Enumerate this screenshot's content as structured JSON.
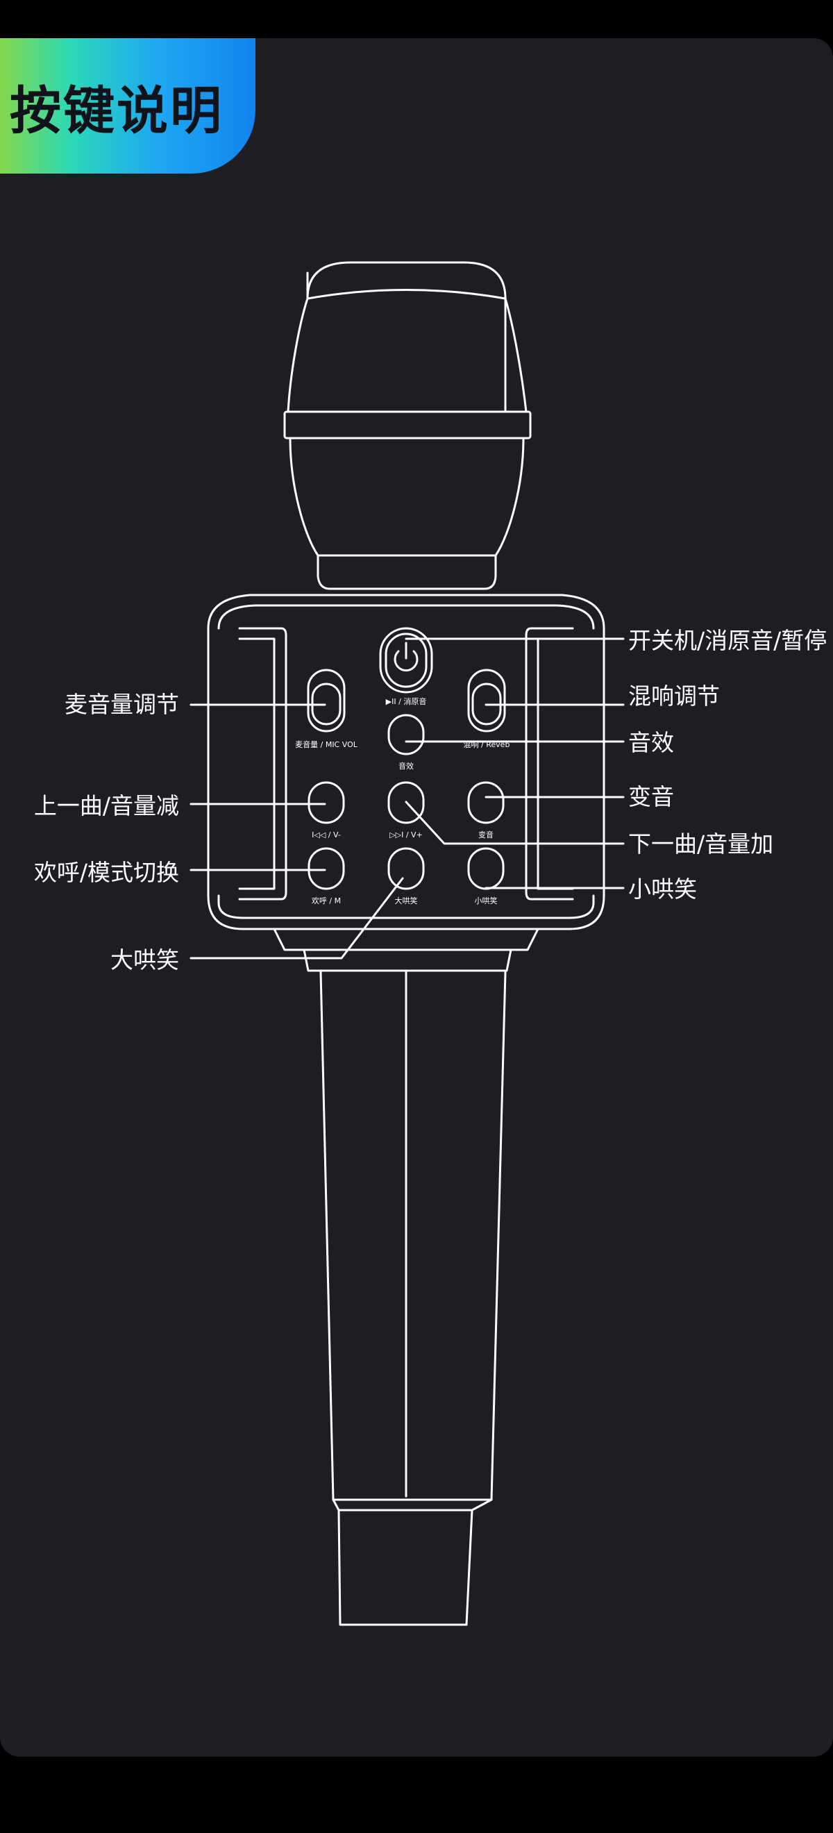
{
  "header": {
    "title": "按键说明"
  },
  "callouts": {
    "power": "开关机/消原音/暂停",
    "reverb": "混响调节",
    "effects": "音效",
    "voice_change": "变音",
    "next_vol_up": "下一曲/音量加",
    "small_laugh": "小哄笑",
    "mic_volume": "麦音量调节",
    "prev_vol_down": "上一曲/音量减",
    "cheer_mode": "欢呼/模式切换",
    "big_laugh": "大哄笑"
  },
  "device_labels": {
    "power": "▶II / 消原音",
    "mic_vol": "麦音量 / MIC VOL",
    "reverb": "混响 / Reveb",
    "effects": "音效",
    "prev": "I◁◁ / V-",
    "next": "▷▷I / V+",
    "voice_change": "变音",
    "cheer": "欢呼 / M",
    "big_laugh": "大哄笑",
    "small_laugh": "小哄笑"
  },
  "colors": {
    "background": "#1d1e24",
    "line": "#ffffff",
    "tab_gradient": [
      "#86d84a",
      "#2bd8b8",
      "#1ea8f2",
      "#1284ee"
    ]
  }
}
